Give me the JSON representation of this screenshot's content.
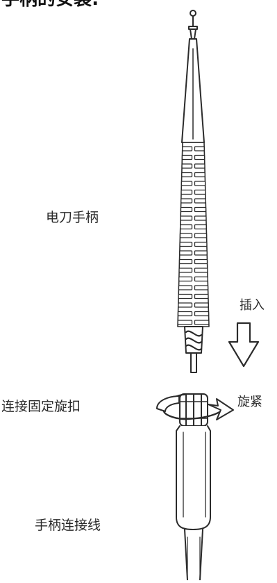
{
  "title": "手柄的安装:",
  "labels": {
    "handle": "电刀手柄",
    "insert": "插入",
    "nut": "连接固定旋扣",
    "tighten": "旋紧",
    "cable": "手柄连接线"
  },
  "colors": {
    "line": "#2b2b2b",
    "text": "#2a2a2a",
    "background": "#ffffff"
  },
  "icons": {
    "insert_arrow": "down-arrow-icon",
    "tighten_arrow": "curved-arrow-icon"
  }
}
